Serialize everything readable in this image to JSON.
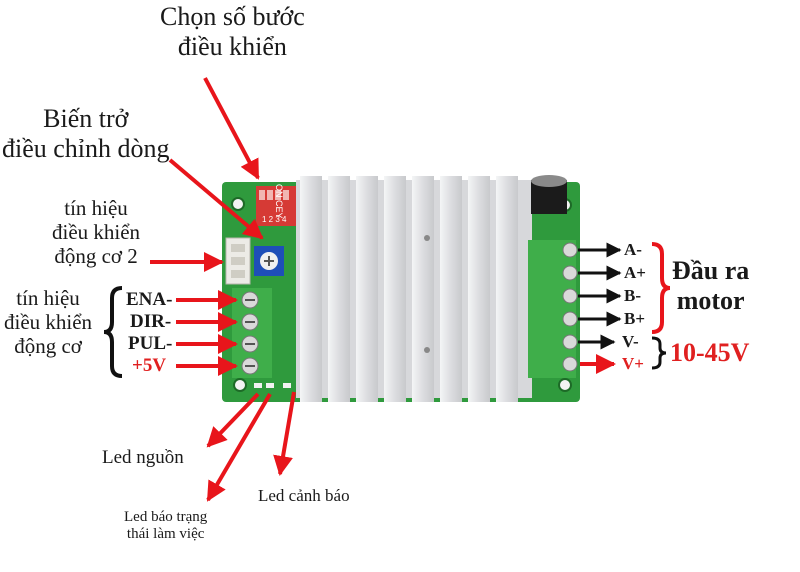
{
  "labels": {
    "chon_so_buoc": [
      "Chọn số bước",
      "điều khiển"
    ],
    "bien_tro": [
      "Biến trở",
      "điều chỉnh dòng"
    ],
    "tin_hieu_2": [
      "tín hiệu",
      "điều khiển",
      "động cơ 2"
    ],
    "tin_hieu_1": [
      "tín hiệu",
      "điều khiển",
      "động cơ"
    ],
    "pins_left": [
      "ENA-",
      "DIR-",
      "PUL-",
      "+5V"
    ],
    "pins_right": [
      "A-",
      "A+",
      "B-",
      "B+",
      "V-",
      "V+"
    ],
    "dau_ra_motor": [
      "Đầu ra",
      "motor"
    ],
    "voltage": "10-45V",
    "led_nguon": "Led nguồn",
    "led_bao": [
      "Led báo trạng",
      "thái làm việc"
    ],
    "led_canh_bao": "Led cảnh báo",
    "dip_text": "ON CEY",
    "dip_numbers": "1 2 3 4"
  },
  "colors": {
    "arrow_red": "#e8151b",
    "pcb_green": "#2f9a3d",
    "heatsink": "#e6e7e9",
    "label_red": "#e02020"
  }
}
